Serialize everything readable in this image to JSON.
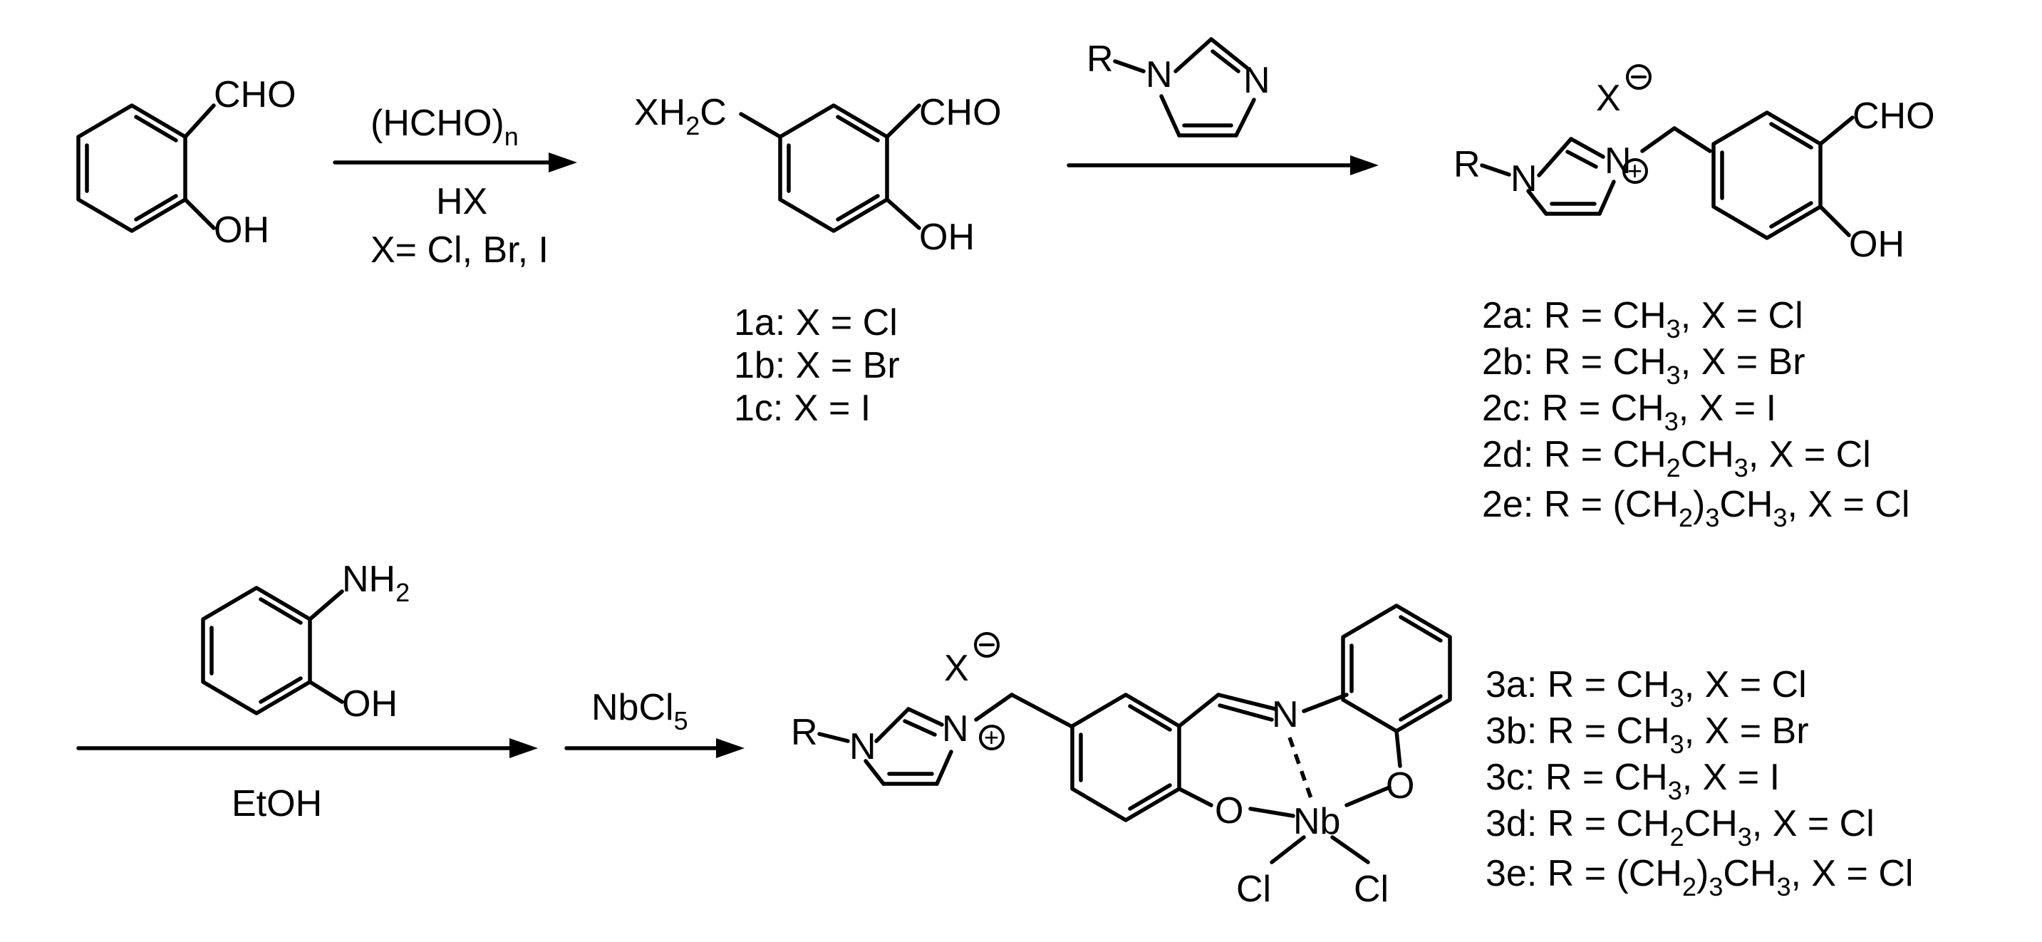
{
  "colors": {
    "ink": "#000000",
    "background": "#ffffff"
  },
  "atoms": {
    "cho": "CHO",
    "oh": "OH",
    "xh2c_a": "XH",
    "xh2c_sub": "2",
    "xh2c_c": "C",
    "r": "R",
    "n": "N",
    "x": "X",
    "minus": "−",
    "plus": "+",
    "nh2_a": "NH",
    "nh2_sub": "2",
    "o": "O",
    "nb": "Nb",
    "cl": "Cl"
  },
  "step1": {
    "reagent_a": "(HCHO)",
    "reagent_sub": "n",
    "reagent_2": "HX",
    "reagent_3": "X= Cl, Br, I"
  },
  "step3": {
    "solvent": "EtOH"
  },
  "step4": {
    "reagent_a": "NbCl",
    "reagent_sub": "5"
  },
  "labels_1": [
    "1a:  X = Cl",
    "1b:  X = Br",
    "1c:  X = I"
  ],
  "labels_2": [
    {
      "pre": "2a: R = CH",
      "s1": "3",
      "mid": ",  X = Cl"
    },
    {
      "pre": "2b: R = CH",
      "s1": "3",
      "mid": ",  X = Br"
    },
    {
      "pre": "2c: R = CH",
      "s1": "3",
      "mid": ",  X = I"
    },
    {
      "pre": "2d: R = CH",
      "s1": "2",
      "m2": "CH",
      "s2": "3",
      "mid": ",  X = Cl"
    },
    {
      "pre": "2e: R = (CH",
      "s1": "2",
      "m2": ")",
      "s2": "3",
      "m3": "CH",
      "s3": "3",
      "mid": ",  X = Cl"
    }
  ],
  "labels_3": [
    {
      "pre": "3a: R = CH",
      "s1": "3",
      "mid": ",  X = Cl"
    },
    {
      "pre": "3b: R = CH",
      "s1": "3",
      "mid": ",  X = Br"
    },
    {
      "pre": "3c: R = CH",
      "s1": "3",
      "mid": ",  X = I"
    },
    {
      "pre": "3d: R = CH",
      "s1": "2",
      "m2": "CH",
      "s2": "3",
      "mid": ",  X = Cl"
    },
    {
      "pre": "3e: R = (CH",
      "s1": "2",
      "m2": ")",
      "s2": "3",
      "m3": "CH",
      "s3": "3",
      "mid": ",  X = Cl"
    }
  ]
}
